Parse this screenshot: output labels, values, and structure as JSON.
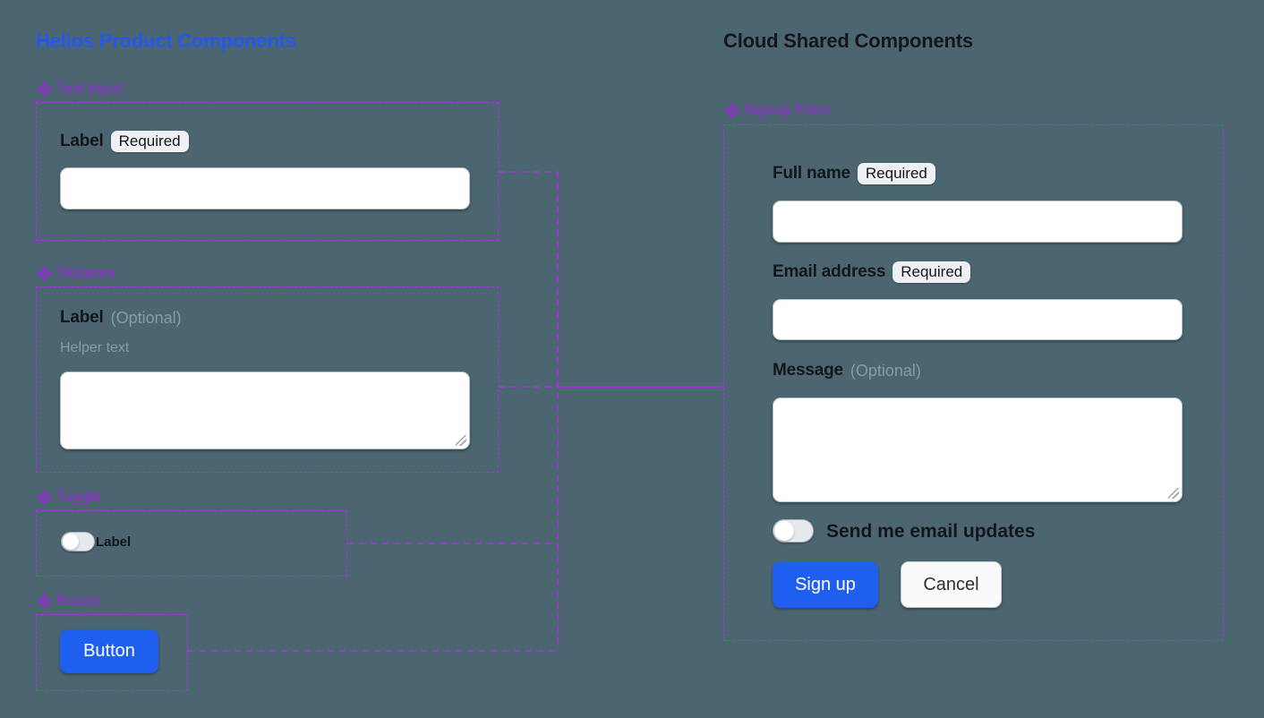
{
  "theme": {
    "background": "#4b6670",
    "accent_blue": "#2457ef",
    "frame_purple": "#b429f0",
    "label_purple": "#9b28e0",
    "dark_text": "#14161c",
    "muted_text": "#8a9aa2",
    "badge_bg": "#eef0f3",
    "field_bg": "#ffffff"
  },
  "columns": {
    "left": {
      "title": "Helios Product Components"
    },
    "right": {
      "title": "Cloud Shared Components"
    }
  },
  "left_sections": [
    {
      "icon": "diamond-cluster-icon",
      "label": "Text Input",
      "field": {
        "label": "Label",
        "badge": "Required"
      }
    },
    {
      "icon": "diamond-cluster-icon",
      "label": "Textarea",
      "field": {
        "label": "Label",
        "optional": "(Optional)",
        "helper": "Helper text"
      }
    },
    {
      "icon": "diamond-cluster-icon",
      "label": "Toggle",
      "field": {
        "label": "Label",
        "state": "off"
      }
    },
    {
      "icon": "diamond-cluster-icon",
      "label": "Button",
      "field": {
        "label": "Button"
      }
    }
  ],
  "right_section": {
    "icon": "diamond-cluster-icon",
    "label": "Signup Form",
    "fields": [
      {
        "label": "Full name",
        "badge": "Required"
      },
      {
        "label": "Email address",
        "badge": "Required"
      },
      {
        "label": "Message",
        "optional": "(Optional)"
      }
    ],
    "toggle": {
      "label": "Send me email updates",
      "state": "off"
    },
    "actions": {
      "primary": "Sign up",
      "secondary": "Cancel"
    }
  }
}
